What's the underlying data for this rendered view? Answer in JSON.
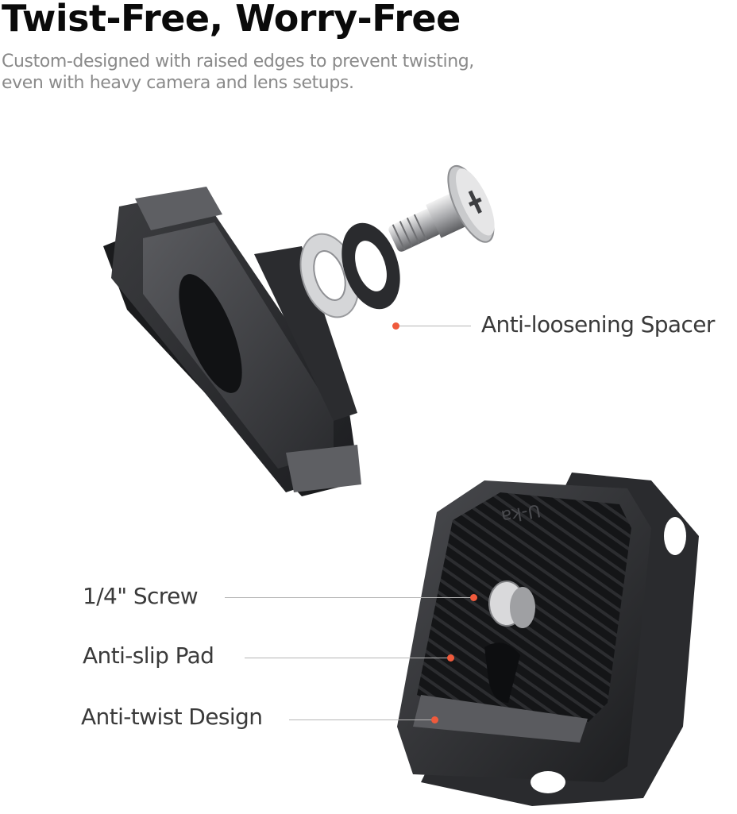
{
  "header": {
    "title": "Twist-Free, Worry-Free",
    "subtitle": "Custom-designed with raised edges to prevent twisting, even with heavy camera and lens setups."
  },
  "callouts": [
    {
      "label": "Anti-loosening Spacer",
      "target": "washers"
    },
    {
      "label": "1/4\" Screw",
      "target": "mounting-screw"
    },
    {
      "label": "Anti-slip Pad",
      "target": "rubber-pad"
    },
    {
      "label": "Anti-twist Design",
      "target": "raised-edge"
    }
  ],
  "product": {
    "brand_mark": "U-ka"
  },
  "colors": {
    "accent_dot": "#ef5a3c",
    "title": "#0a0a0a",
    "subtitle": "#8a8a8a",
    "label": "#3a3a3a",
    "leader_line": "#b5b5b5"
  }
}
